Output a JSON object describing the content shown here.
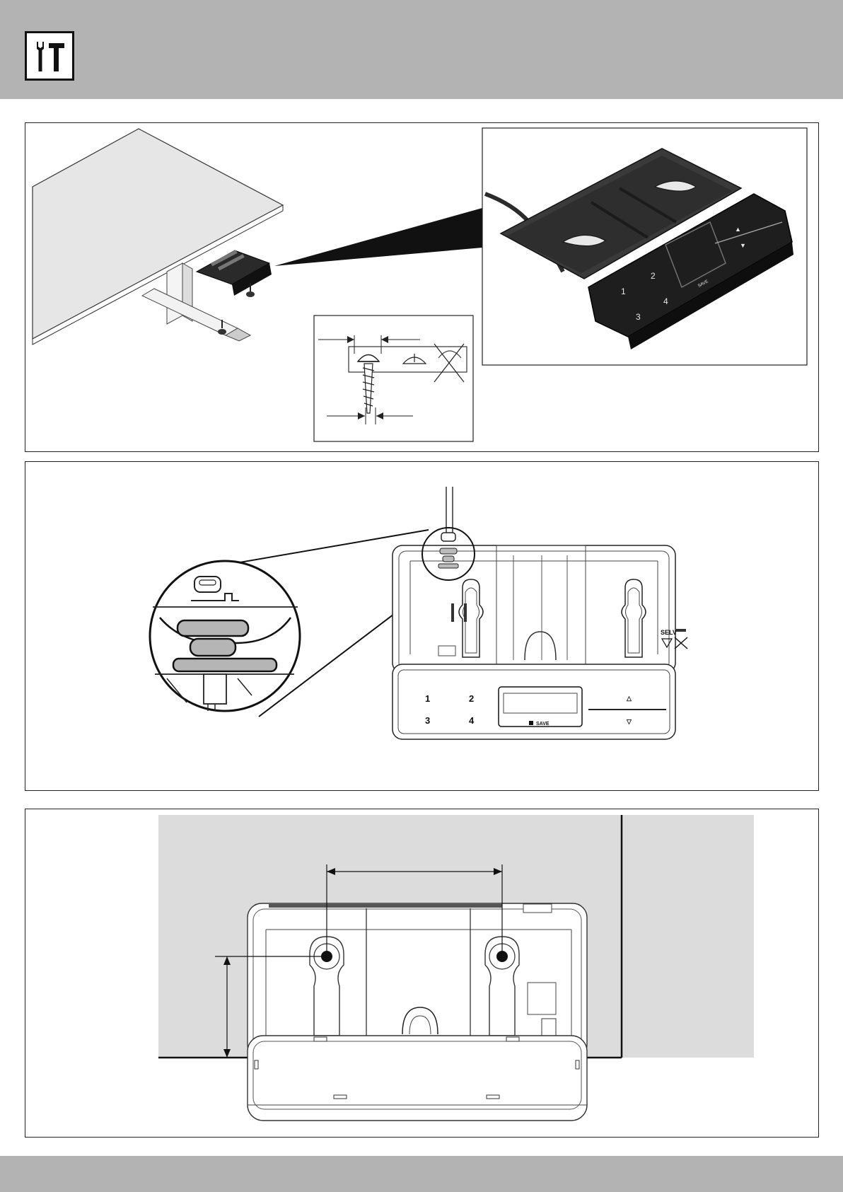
{
  "header": {
    "icon": "tools-icon",
    "band_color": "#b3b3b3"
  },
  "footer": {
    "band_color": "#b3b3b3"
  },
  "step1": {
    "control_panel_keys": [
      "1",
      "2",
      "3",
      "4"
    ],
    "save_label": "SAVE",
    "arrow_up": "▲",
    "arrow_down": "▼"
  },
  "step2": {
    "control_panel_keys": [
      "1",
      "2",
      "3",
      "4"
    ],
    "save_label": "SAVE",
    "arrow_up": "△",
    "arrow_down": "▽",
    "marking": "SELV"
  },
  "step3": {
    "wall_color": "#dcdcdc"
  }
}
